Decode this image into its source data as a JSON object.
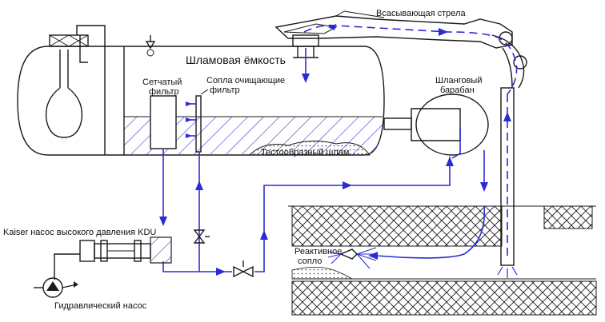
{
  "labels": {
    "suction_boom": "Всасывающая стрела",
    "sludge_tank": "Шламовая ёмкость",
    "mesh_filter_line1": "Сетчатый",
    "mesh_filter_line2": "фильтр",
    "cleaning_nozzles_line1": "Сопла очищающие",
    "cleaning_nozzles_line2": "фильтр",
    "hose_drum_line1": "Шланговый",
    "hose_drum_line2": "барабан",
    "pasty_sludge": "Тестообразный шлам",
    "kaiser_pump": "Kaiser насос высокого давления KDU",
    "jet_nozzle_line1": "Реактивное",
    "jet_nozzle_line2": "сопло",
    "hydraulic_pump": "Гидравлический насос"
  },
  "colors": {
    "flow_lines": "#2b2bd6",
    "outlines": "#1a1a1a",
    "sludge_hatch": "#3a3ad0"
  }
}
